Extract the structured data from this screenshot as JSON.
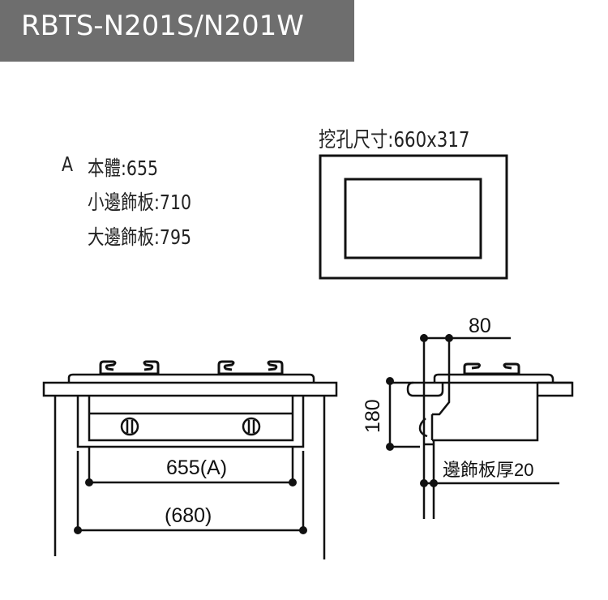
{
  "header": {
    "title": "RBTS-N201S/N201W",
    "background_color": "#6e6e6e",
    "text_color": "#ffffff"
  },
  "specs": {
    "prefix": "A",
    "items": [
      {
        "label": "本體",
        "value": "655",
        "text": "本體:655"
      },
      {
        "label": "小邊飾板",
        "value": "710",
        "text": "小邊飾板:710"
      },
      {
        "label": "大邊飾板",
        "value": "795",
        "text": "大邊飾板:795"
      }
    ]
  },
  "cutout": {
    "label": "挖孔尺寸:660x317",
    "width": "660",
    "depth": "317"
  },
  "front_view": {
    "dimension_body": "655(A)",
    "dimension_outer": "(680)"
  },
  "side_view": {
    "dimension_top": "80",
    "dimension_height": "180",
    "trim_thickness_label": "邊飾板厚20"
  },
  "colors": {
    "line": "#111111",
    "background": "#ffffff"
  }
}
